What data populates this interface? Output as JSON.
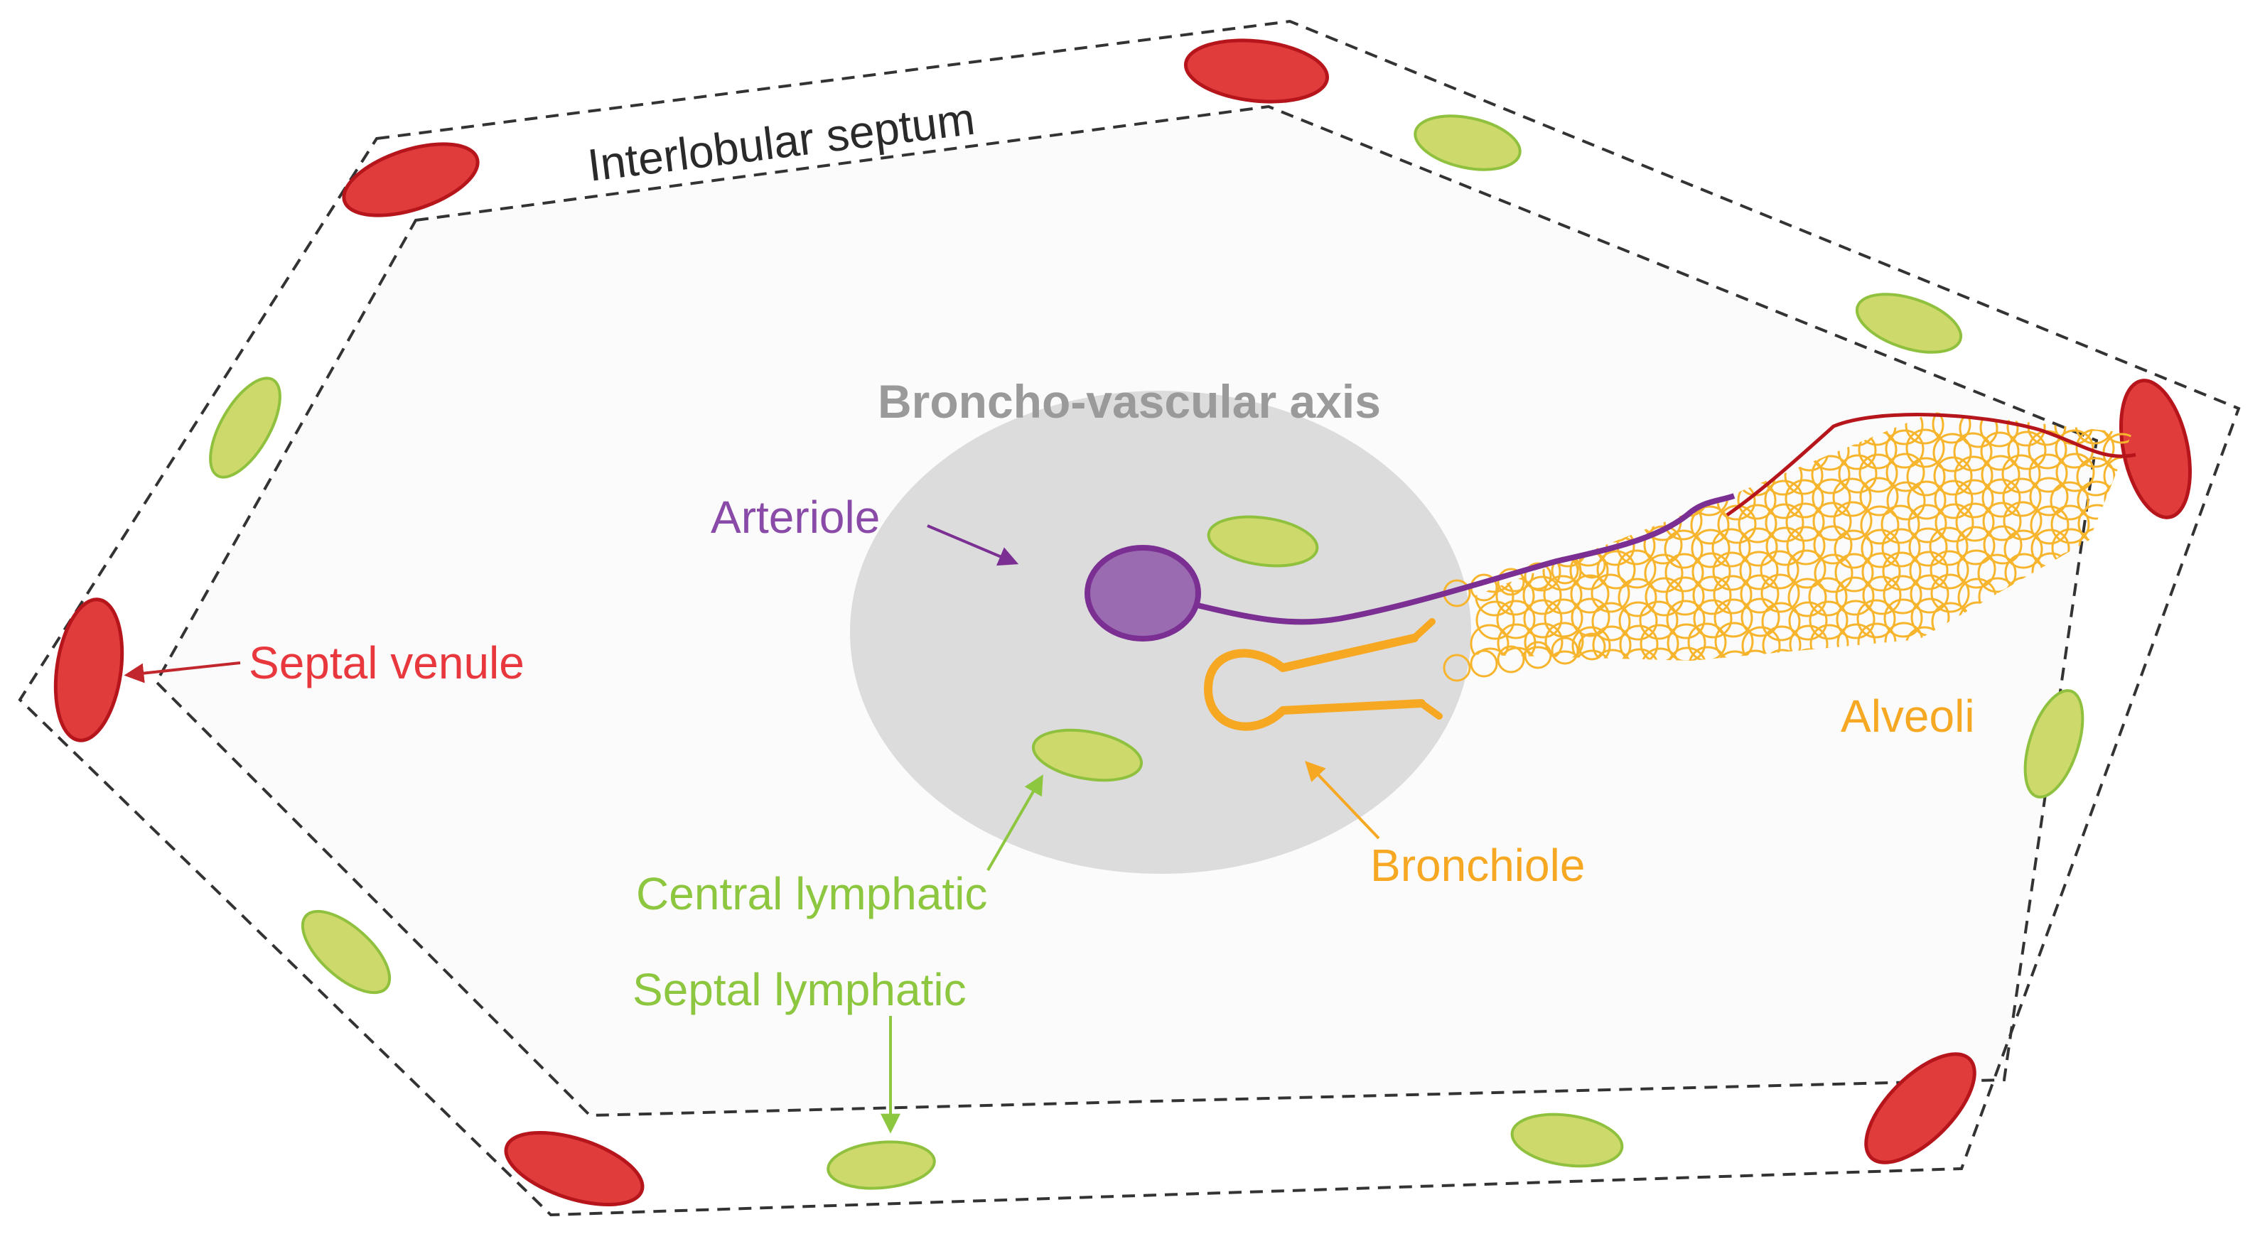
{
  "labels": {
    "interlobular_septum": "Interlobular septum",
    "broncho_vascular_axis": "Broncho-vascular axis",
    "arteriole": "Arteriole",
    "septal_venule": "Septal venule",
    "alveoli": "Alveoli",
    "bronchiole": "Bronchiole",
    "central_lymphatic": "Central lymphatic",
    "septal_lymphatic": "Septal lymphatic"
  },
  "colors": {
    "venule": "#e03c3c",
    "venule_stroke": "#b5151b",
    "lymphatic": "#cdd96a",
    "lymphatic_stroke": "#8fc13f",
    "arteriole": "#9a6bb0",
    "arteriole_stroke": "#7b2f93",
    "bronchiole": "#f7a823",
    "axis_fill": "#dcdcdc",
    "axis_label": "#9a9a9a",
    "septum_line": "#333333",
    "arteriole_label": "#8a4aa8",
    "venule_label": "#e8383d",
    "lymphatic_label": "#8dc63f",
    "bronchiole_label": "#f7a823",
    "septum_label": "#2a2a2a"
  }
}
